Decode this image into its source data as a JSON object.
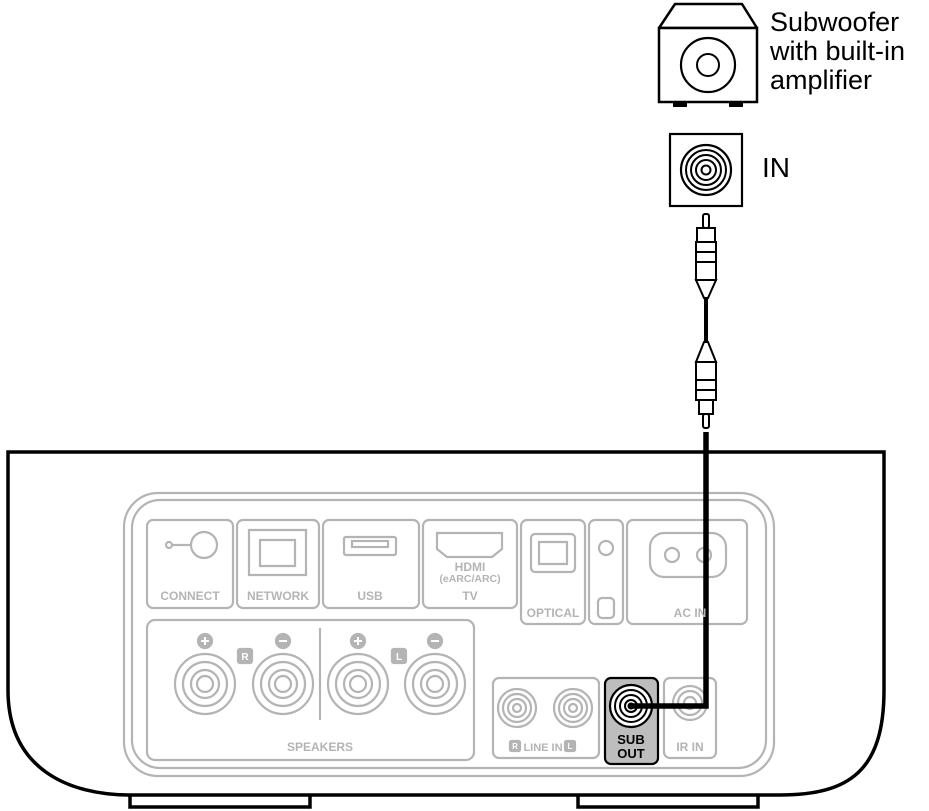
{
  "subwoofer": {
    "label_lines": [
      "Subwoofer",
      "with built-in",
      "amplifier"
    ],
    "input_label": "IN"
  },
  "panel": {
    "connect": "CONNECT",
    "network": "NETWORK",
    "usb": "USB",
    "hdmi": "HDMI",
    "hdmi_sub": "(eARC/ARC)",
    "tv": "TV",
    "optical": "OPTICAL",
    "ac_in": "AC IN",
    "speakers": "SPEAKERS",
    "speaker_r": "R",
    "speaker_l": "L",
    "line_in": "LINE IN",
    "line_in_r": "R",
    "line_in_l": "L",
    "sub_out_1": "SUB",
    "sub_out_2": "OUT",
    "ir_in": "IR IN"
  },
  "colors": {
    "outline": "#000000",
    "panel_line": "#b4b4b4",
    "sub_out_fill": "#bdbdbd"
  }
}
